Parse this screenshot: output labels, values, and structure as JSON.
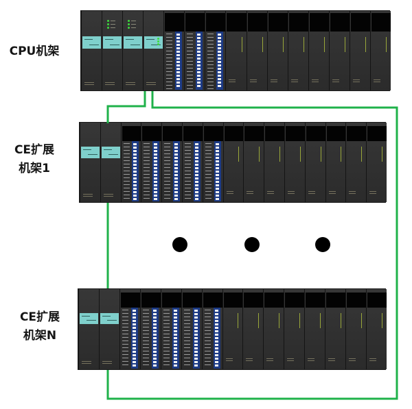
{
  "labels": {
    "cpu_rack": "CPU机架",
    "ce_rack_1": {
      "line1": "CE扩展",
      "line2": "机架1"
    },
    "ce_rack_n": {
      "line1": "CE扩展",
      "line2": "机架N"
    }
  },
  "colors": {
    "connector": "#1fb24a",
    "ellipsis_dot": "#000000",
    "status_band": "#7fd0cc",
    "io_strip": "#1d3b86",
    "module_body": "#2e2e2e",
    "slot_cover": "#030303"
  }
}
